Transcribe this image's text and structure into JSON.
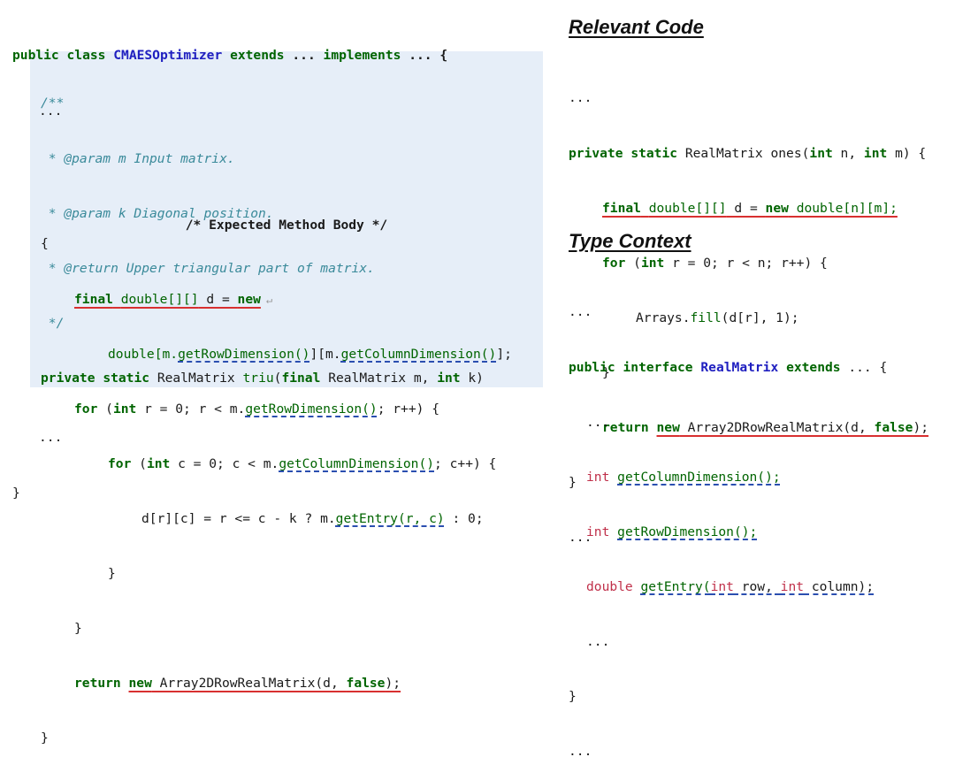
{
  "left": {
    "header": [
      "public",
      "class",
      "CMAESOptimizer",
      "extends",
      "...",
      "implements",
      "...",
      "{"
    ],
    "ellipsis_top": "...",
    "javadoc": [
      "/**",
      " * @param m Input matrix.",
      " * @param k Diagonal position.",
      " * @return Upper triangular part of matrix.",
      " */"
    ],
    "signature": {
      "kw1": "private",
      "kw2": "static",
      "type": "RealMatrix",
      "name": "triu",
      "open": "(",
      "kw3": "final",
      "ptype": "RealMatrix",
      "pname": "m,",
      "kw4": "int",
      "rest": "k)"
    },
    "expected_body": "/* Expected Method Body */",
    "open_brace": "{",
    "body": {
      "l1_final": "final",
      "l1_type": "double[][]",
      "l1_mid": " d = ",
      "l1_new": "new",
      "wrap_icon": "↵",
      "l2_a": "double[m.",
      "l2_b": "getRowDimension()",
      "l2_c": "][m.",
      "l2_d": "getColumnDimension()",
      "l2_e": "];",
      "l3_for": "for",
      "l3_a": " (",
      "l3_int": "int",
      "l3_b": " r = 0; r < m.",
      "l3_c": "getRowDimension()",
      "l3_d": "; r++) {",
      "l4_for": "for",
      "l4_a": " (",
      "l4_int": "int",
      "l4_b": " c = 0; c < m.",
      "l4_c": "getColumnDimension()",
      "l4_d": "; c++) {",
      "l5_a": "d[r][c] = r <= c - k ? m.",
      "l5_b": "getEntry(r, c)",
      "l5_c": " : 0;",
      "l6": "}",
      "l7": "}",
      "l8_return": "return",
      "l8_new": "new",
      "l8_a": " Array2DRowRealMatrix(d, ",
      "l8_false": "false",
      "l8_b": ");"
    },
    "close_brace": "}",
    "ellipsis_bottom": "...",
    "final_brace": "}"
  },
  "right": {
    "relevant_title": "Relevant Code",
    "relevant": {
      "e1": "...",
      "sig_private": "private",
      "sig_static": "static",
      "sig_type": " RealMatrix ",
      "sig_name": "ones(",
      "sig_int1": "int",
      "sig_n": " n, ",
      "sig_int2": "int",
      "sig_m": " m) {",
      "l1_final": "final",
      "l1_type": "double[][]",
      "l1_mid": " d = ",
      "l1_new": "new",
      "l1_end": " double[n][m];",
      "l2_for": "for",
      "l2_a": " (",
      "l2_int": "int",
      "l2_b": " r = 0; r < n; r++) {",
      "l3_a": "Arrays.",
      "l3_fill": "fill",
      "l3_b": "(d[r], 1);",
      "l4": "}",
      "l5_return": "return",
      "l5_new": "new",
      "l5_a": " Array2DRowRealMatrix(d, ",
      "l5_false": "false",
      "l5_b": ");",
      "close": "}",
      "e2": "..."
    },
    "type_title": "Type Context",
    "type": {
      "e1": "...",
      "sig_public": "public",
      "sig_interface": "interface",
      "sig_name": "RealMatrix",
      "sig_extends": "extends",
      "sig_rest": " ... {",
      "e2": "...",
      "m1_int": "int",
      "m1_name": "getColumnDimension();",
      "m2_int": "int",
      "m2_name": "getRowDimension();",
      "m3_type": "double",
      "m3_name": "getEntry(",
      "m3_int1": "int",
      "m3_row": " row, ",
      "m3_int2": "int",
      "m3_col": " column);",
      "e3": "...",
      "close": "}",
      "e4": "..."
    }
  }
}
